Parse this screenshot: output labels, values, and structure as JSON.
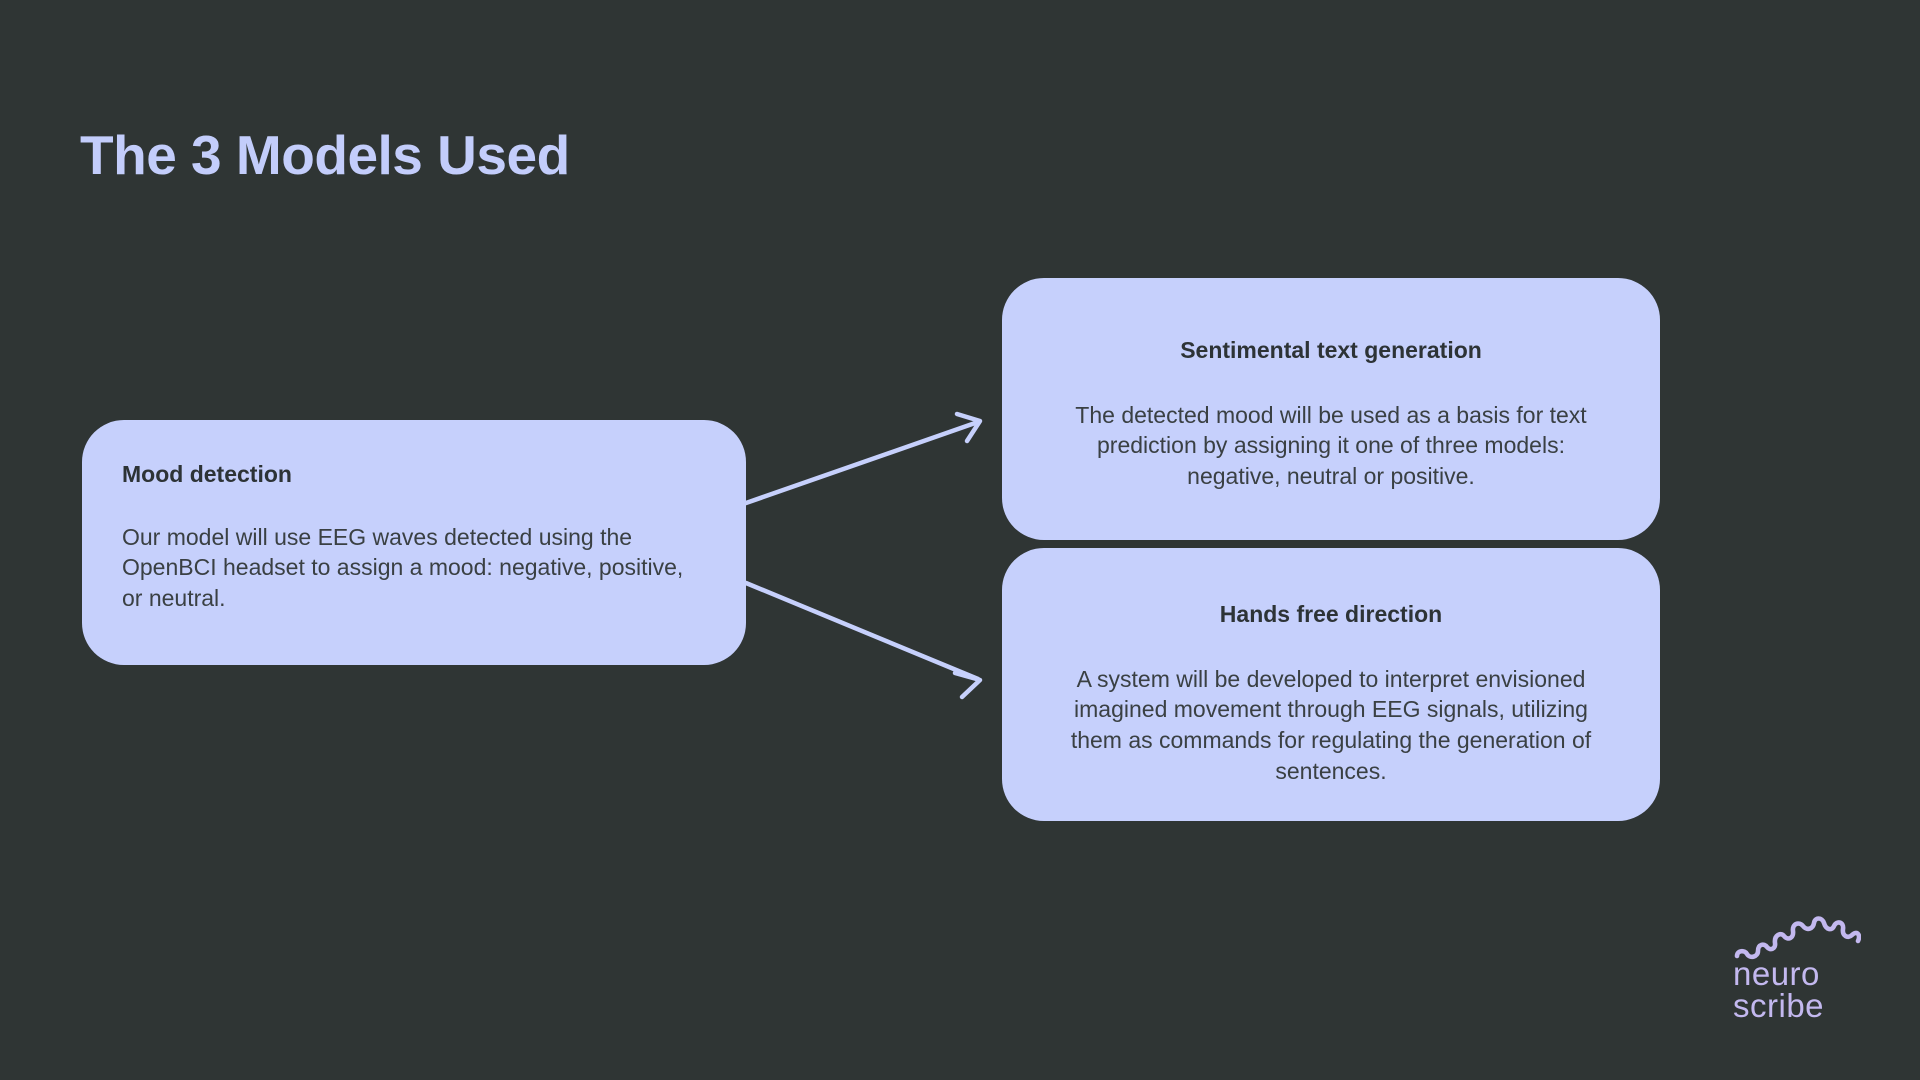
{
  "slide": {
    "title": "The 3 Models Used",
    "background_color": "#2f3534",
    "accent_color": "#c6d0fc",
    "title_color": "#c3cdfb",
    "card_text_color": "#2d3336",
    "logo_color": "#c3b8ef"
  },
  "cards": [
    {
      "id": "mood-detection",
      "title": "Mood detection",
      "body": "Our model will use EEG waves detected using the OpenBCI headset to assign a mood: negative, positive, or neutral.",
      "align": "left"
    },
    {
      "id": "sentimental-text-generation",
      "title": "Sentimental text generation",
      "body": "The detected mood will be used as a basis for text prediction by assigning it one of three models: negative, neutral or positive.",
      "align": "center"
    },
    {
      "id": "hands-free-direction",
      "title": "Hands free direction",
      "body": "A system will be developed to interpret envisioned imagined movement through EEG signals, utilizing them as commands for regulating the generation of sentences.",
      "align": "center"
    }
  ],
  "connectors": [
    {
      "id": "arrow-mood-to-sentimental",
      "from": "mood-detection",
      "to": "sentimental-text-generation",
      "color": "#c6d0fc"
    },
    {
      "id": "arrow-mood-to-hands-free",
      "from": "mood-detection",
      "to": "hands-free-direction",
      "color": "#c6d0fc"
    }
  ],
  "logo": {
    "name": "neuroscribe",
    "wordmark": "neuro\nscribe",
    "mark": "spiky-brain-arc-icon",
    "color": "#c3b8ef"
  }
}
